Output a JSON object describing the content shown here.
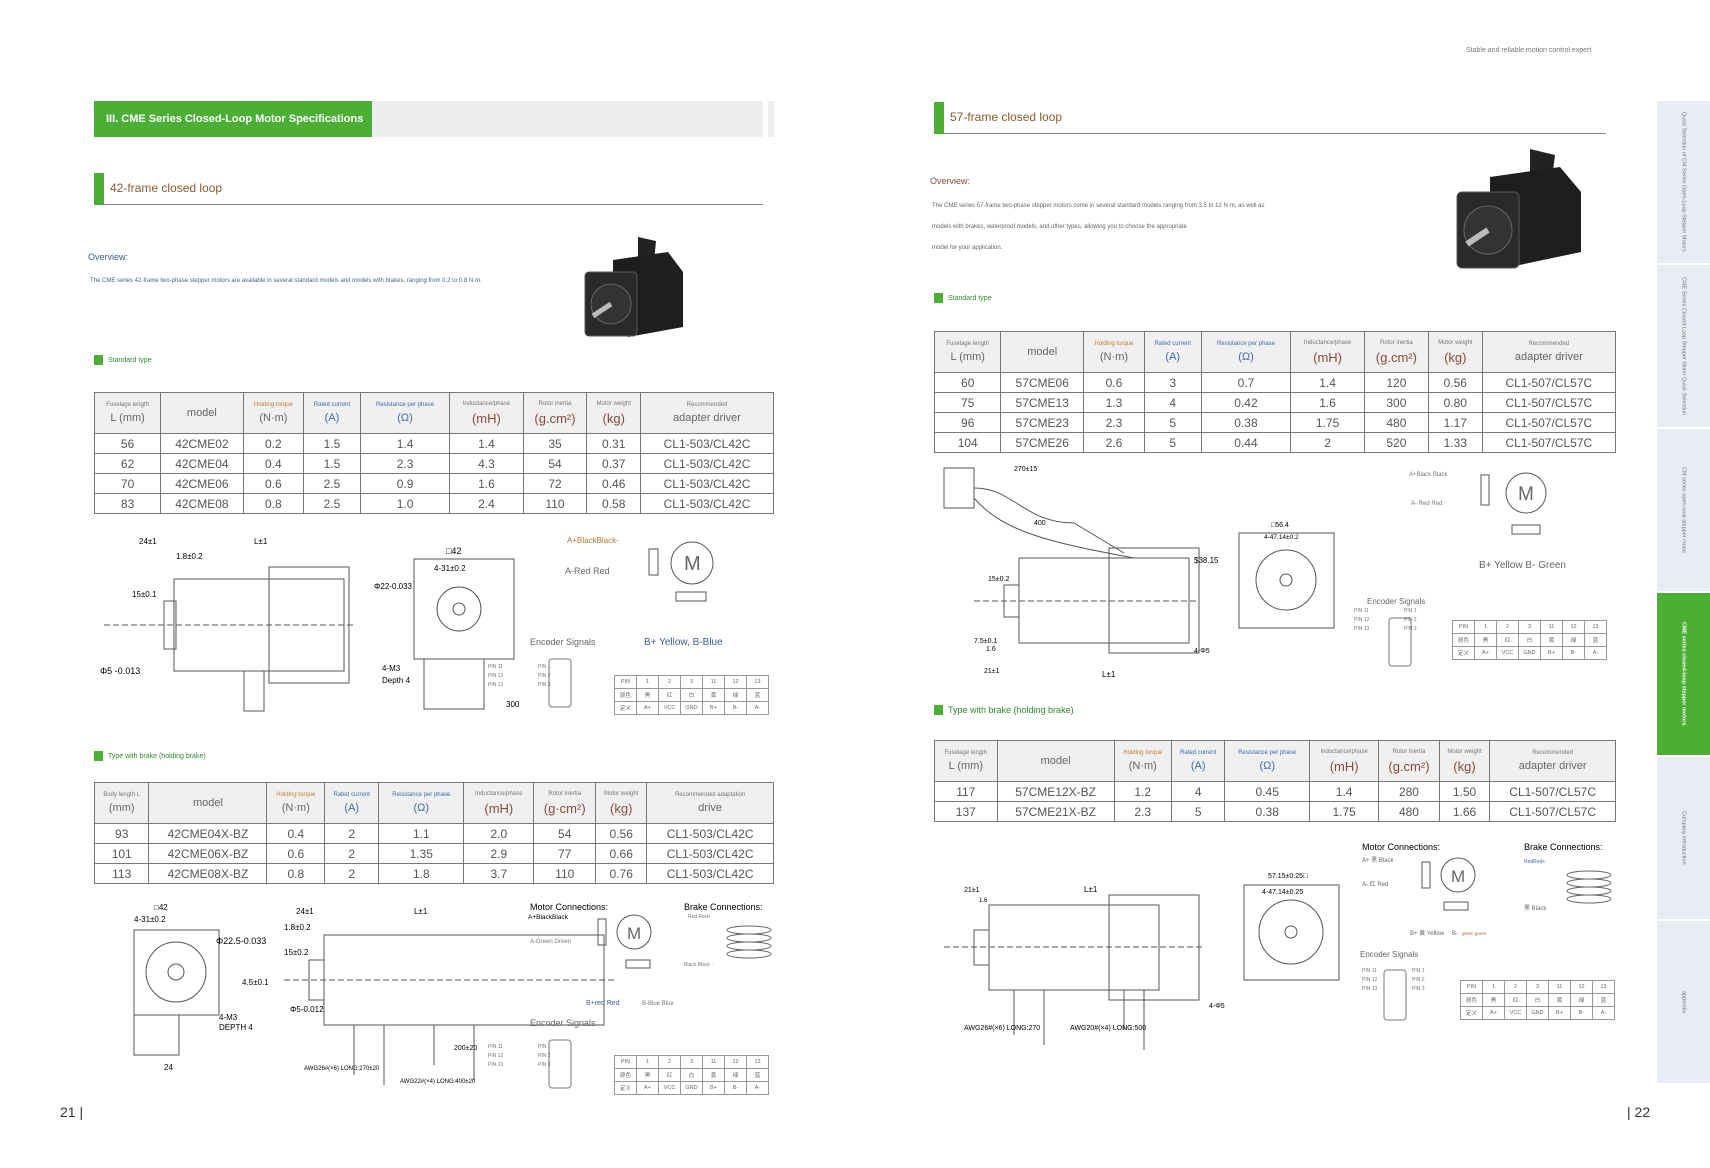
{
  "left": {
    "chapter": "III. CME Series Closed-Loop Motor Specifications",
    "section": "42-frame closed loop",
    "overview_label": "Overview:",
    "overview_text": "The CME series 42-frame two-phase stepper motors are available in several standard models and models with brakes, ranging from 0.2 to 0.8 N·m.",
    "standard_label": "Standard type",
    "brake_label": "Type with brake (holding brake)",
    "page_number": "21 |",
    "table_std": {
      "headers": [
        [
          "Fuselage length",
          "L (mm)"
        ],
        [
          "",
          "model"
        ],
        [
          "Holding torque",
          "(N·m)"
        ],
        [
          "Rated current",
          "(A)"
        ],
        [
          "Resistance per phase",
          "(Ω)"
        ],
        [
          "Inductance/phase",
          "(mH)"
        ],
        [
          "Rotor inertia",
          "(g.cm²)"
        ],
        [
          "Motor weight",
          "(kg)"
        ],
        [
          "Recommended",
          "adapter driver"
        ]
      ],
      "rows": [
        [
          "56",
          "42CME02",
          "0.2",
          "1.5",
          "1.4",
          "1.4",
          "35",
          "0.31",
          "CL1-503/CL42C"
        ],
        [
          "62",
          "42CME04",
          "0.4",
          "1.5",
          "2.3",
          "4.3",
          "54",
          "0.37",
          "CL1-503/CL42C"
        ],
        [
          "70",
          "42CME06",
          "0.6",
          "2.5",
          "0.9",
          "1.6",
          "72",
          "0.46",
          "CL1-503/CL42C"
        ],
        [
          "83",
          "42CME08",
          "0.8",
          "2.5",
          "1.0",
          "2.4",
          "110",
          "0.58",
          "CL1-503/CL42C"
        ]
      ]
    },
    "table_brake": {
      "headers": [
        [
          "Body length L",
          "(mm)"
        ],
        [
          "",
          "model"
        ],
        [
          "Holding torque",
          "(N·m)"
        ],
        [
          "Rated current",
          "(A)"
        ],
        [
          "Resistance per phase",
          "(Ω)"
        ],
        [
          "Inductance/phase",
          "(mH)"
        ],
        [
          "Rotor inertia",
          "(g·cm²)"
        ],
        [
          "Motor weight",
          "(kg)"
        ],
        [
          "Recommended adaptation",
          "drive"
        ]
      ],
      "rows": [
        [
          "93",
          "42CME04X-BZ",
          "0.4",
          "2",
          "1.1",
          "2.0",
          "54",
          "0.56",
          "CL1-503/CL42C"
        ],
        [
          "101",
          "42CME06X-BZ",
          "0.6",
          "2",
          "1.35",
          "2.9",
          "77",
          "0.66",
          "CL1-503/CL42C"
        ],
        [
          "113",
          "42CME08X-BZ",
          "0.8",
          "2",
          "1.8",
          "3.7",
          "110",
          "0.76",
          "CL1-503/CL42C"
        ]
      ]
    },
    "drawing1": {
      "d1": "24±1",
      "d2": "L±1",
      "d3": "1.8±0.2",
      "d4": "15±0.1",
      "d5": "Φ5 -0.013",
      "d6": "□42",
      "d7": "4-31±0.2",
      "d8": "Φ22-0.033",
      "d9": "4-M3",
      "d10": "Depth 4",
      "d11": "300",
      "a_plus": "A+BlackBlack-",
      "a_minus": "A-Red Red",
      "b": "B+ Yellow, B-Blue",
      "encoder": "Encoder Signals"
    },
    "drawing2": {
      "d1": "□42",
      "d2": "4-31±0.2",
      "d3": "Φ22.5-0.033",
      "d4": "4.5±0.1",
      "d5": "4-M3",
      "d6": "DEPTH 4",
      "d7": "24",
      "d8": "24±1",
      "d9": "L±1",
      "d10": "1.8±0.2",
      "d11": "15±0.2",
      "d12": "Φ5-0.012",
      "d13": "AWG26#(×6) LONG:270±20",
      "d14": "AWG22#(×4) LONG:400±20",
      "d15": "200±20",
      "motor_title": "Motor Connections:",
      "brake_title": "Brake Connections:",
      "a_plus": "A+BlackBlack",
      "a_minus": "A-Green Green",
      "b_plus": "B+red Red",
      "b_minus": "B-Blue Blue",
      "brake_plus": "Red Red+",
      "brake_minus": "Black Black -",
      "encoder": "Encoder Signals"
    }
  },
  "right": {
    "tagline": "Stable and reliable motion control expert",
    "section": "57-frame closed loop",
    "overview_label": "Overview:",
    "overview_lines": [
      "The CME series 57-frame two-phase stepper motors come in several standard models ranging from 3.5 to 12 N·m, as well as",
      "models with brakes, waterproof models, and other types, allowing you to choose the appropriate",
      "model for your application."
    ],
    "standard_label": "Standard type",
    "brake_label": "Type with brake (holding brake)",
    "page_number": "| 22",
    "table_std": {
      "headers": [
        [
          "Fuselage length",
          "L (mm)"
        ],
        [
          "",
          "model"
        ],
        [
          "Holding torque",
          "(N·m)"
        ],
        [
          "Rated current",
          "(A)"
        ],
        [
          "Resistance per phase",
          "(Ω)"
        ],
        [
          "Inductance/phase",
          "(mH)"
        ],
        [
          "Rotor inertia",
          "(g.cm²)"
        ],
        [
          "Motor weight",
          "(kg)"
        ],
        [
          "Recommended",
          "adapter driver"
        ]
      ],
      "rows": [
        [
          "60",
          "57CME06",
          "0.6",
          "3",
          "0.7",
          "1.4",
          "120",
          "0.56",
          "CL1-507/CL57C"
        ],
        [
          "75",
          "57CME13",
          "1.3",
          "4",
          "0.42",
          "1.6",
          "300",
          "0.80",
          "CL1-507/CL57C"
        ],
        [
          "96",
          "57CME23",
          "2.3",
          "5",
          "0.38",
          "1.75",
          "480",
          "1.17",
          "CL1-507/CL57C"
        ],
        [
          "104",
          "57CME26",
          "2.6",
          "5",
          "0.44",
          "2",
          "520",
          "1.33",
          "CL1-507/CL57C"
        ]
      ]
    },
    "table_brake": {
      "headers": [
        [
          "Fuselage length",
          "L (mm)"
        ],
        [
          "",
          "model"
        ],
        [
          "Holding torque",
          "(N·m)"
        ],
        [
          "Rated current",
          "(A)"
        ],
        [
          "Resistance per phase",
          "(Ω)"
        ],
        [
          "Inductance/phase",
          "(mH)"
        ],
        [
          "Rotor inertia",
          "(g.cm²)"
        ],
        [
          "Motor weight",
          "(kg)"
        ],
        [
          "Recommended",
          "adapter driver"
        ]
      ],
      "rows": [
        [
          "117",
          "57CME12X-BZ",
          "1.2",
          "4",
          "0.45",
          "1.4",
          "280",
          "1.50",
          "CL1-507/CL57C"
        ],
        [
          "137",
          "57CME21X-BZ",
          "2.3",
          "5",
          "0.38",
          "1.75",
          "480",
          "1.66",
          "CL1-507/CL57C"
        ]
      ]
    },
    "drawing3": {
      "d1": "270±15",
      "d2": "400",
      "d3": "□56.4",
      "d4": "4-47.14±0.2",
      "d5": "$38.15",
      "d6": "15±0.2",
      "d7": "1.6",
      "d8": "21±1",
      "d9": "L±1",
      "d10": "4-Φ5",
      "d11": "7.5±0.1",
      "a_plus": "A+Black Black",
      "a_minus": "A- Red Red",
      "b": "B+ Yellow B- Green",
      "encoder": "Encoder Signals"
    },
    "drawing4": {
      "d1": "21±1",
      "d2": "1.6",
      "d3": "L±1",
      "d4": "57.15±0.25□",
      "d5": "4-47.14±0.25",
      "d6": "AWG26#(×6) LONG:270",
      "d7": "AWG20#(×4) LONG:500",
      "d8": "4-Φ5",
      "motor_title": "Motor Connections:",
      "brake_title": "Brake Connections:",
      "a_plus": "A+ 黑 Black",
      "a_minus": "A-  红 Red",
      "b_plus": "B+ 黄 Yellow",
      "b_minus": "B-",
      "b_minus2": "green green",
      "brake_plus": "RedRed+",
      "brake_minus": "黑 Black",
      "encoder": "Encoder Signals"
    }
  },
  "pin_table": [
    [
      "PIN",
      "1",
      "2",
      "3",
      "11",
      "12",
      "13"
    ],
    [
      "颜色",
      "黑",
      "红",
      "白",
      "黄",
      "绿",
      "蓝"
    ],
    [
      "定义",
      "A+",
      "VCC",
      "GND",
      "B+",
      "B-",
      "A-"
    ]
  ],
  "connector_pins": [
    "PIN 11",
    "PIN 12",
    "PIN 13",
    "PIN 1",
    "PIN 2",
    "PIN 3"
  ],
  "motor_letter": "M",
  "sidebar": [
    {
      "label": "Quick Selection of CM Series Open-Loop Stepper Motors",
      "active": false
    },
    {
      "label": "CME Series Closed-Loop Stepper Motor Quick Selection",
      "active": false
    },
    {
      "label": "CM series open-loop stepper motor",
      "active": false
    },
    {
      "label": "CME series closed-loop stepper motors",
      "active": true
    },
    {
      "label": "Company introduction",
      "active": false
    },
    {
      "label": "appendix",
      "active": false
    }
  ],
  "colors": {
    "accent": "#4caf35",
    "sidebar": "#e8ecf4"
  }
}
